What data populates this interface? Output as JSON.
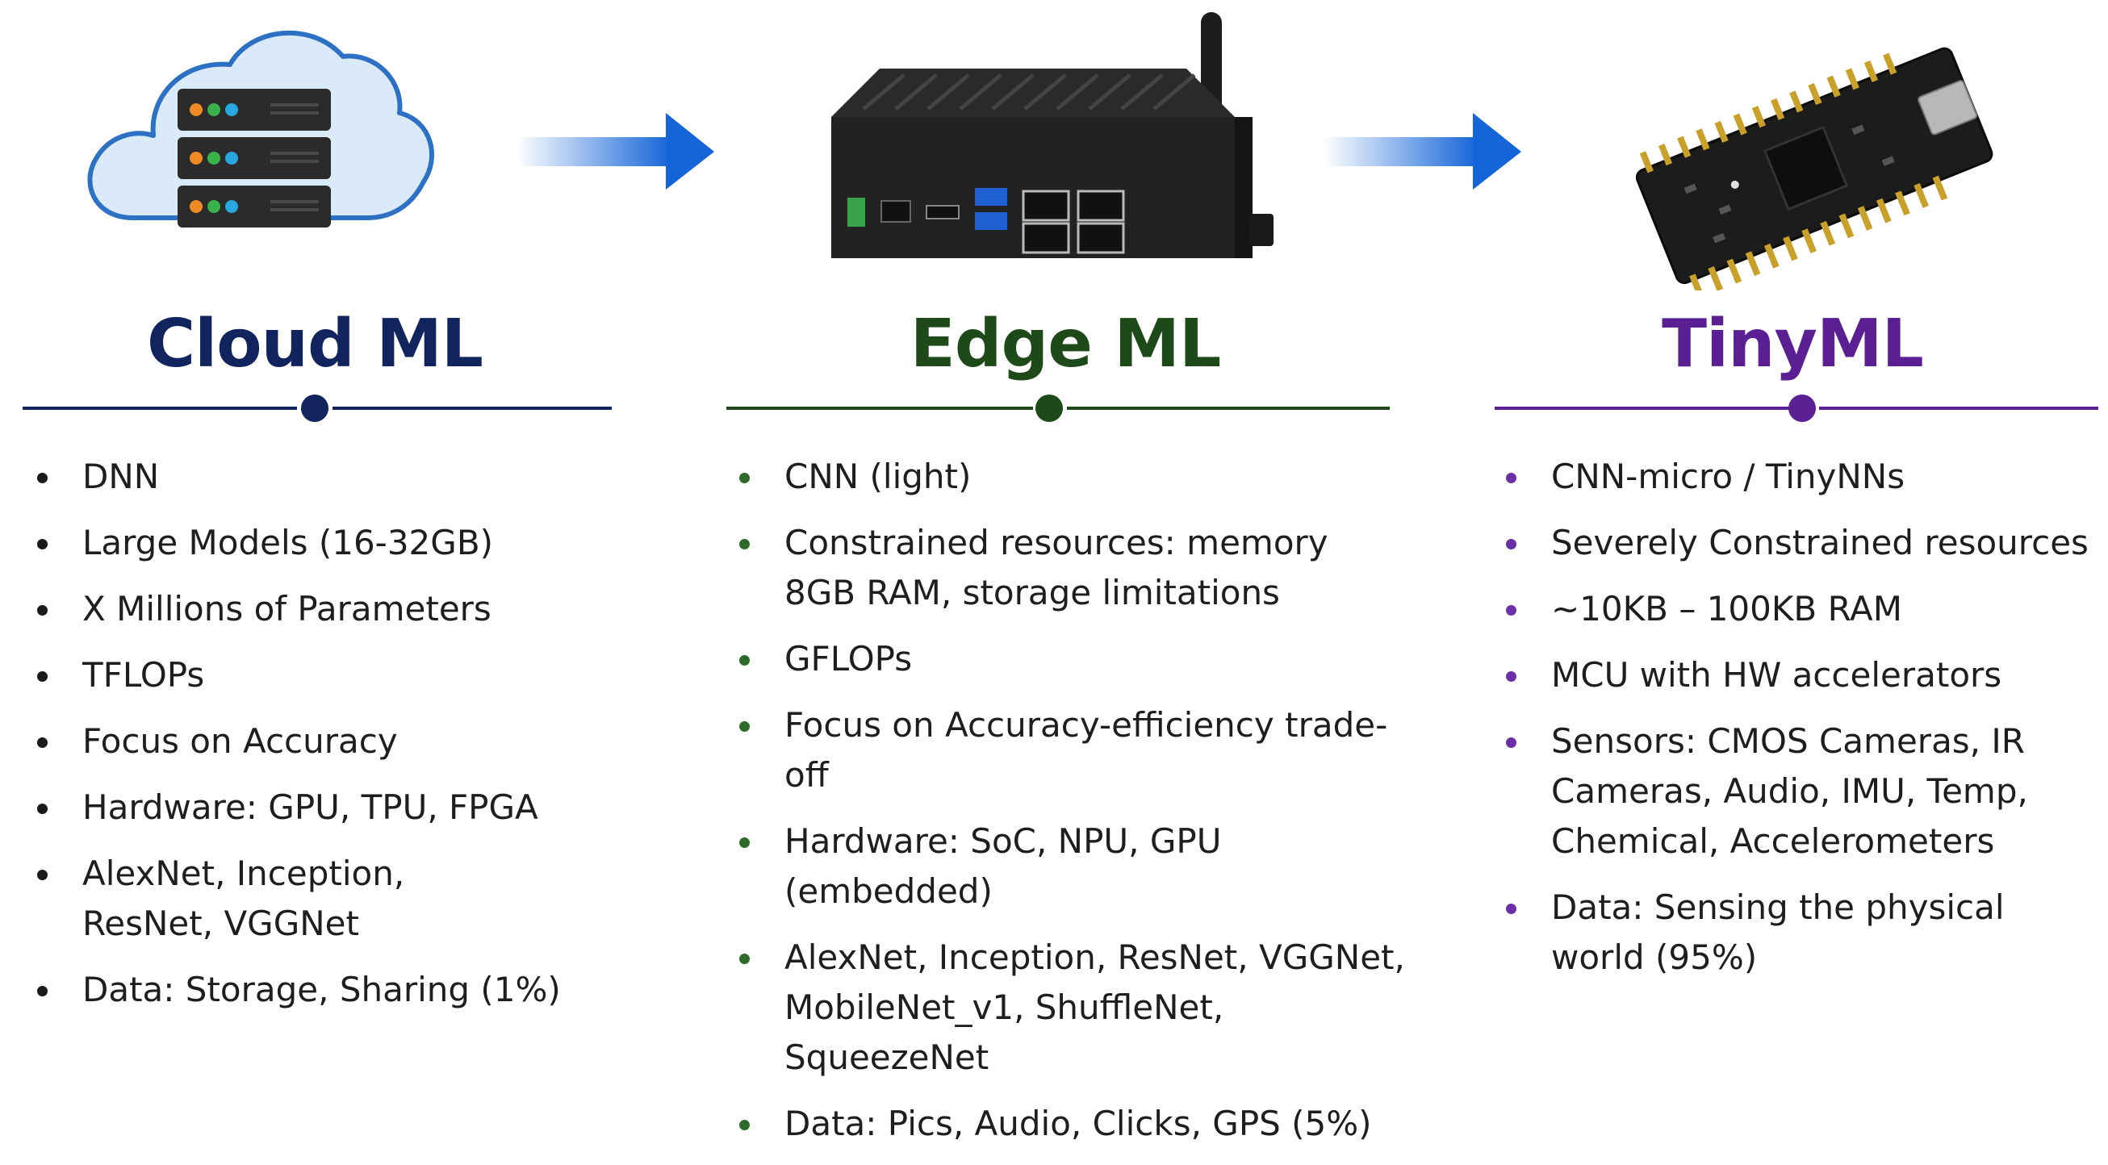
{
  "colors": {
    "cloud": "#12245e",
    "edge": "#1e4a1a",
    "tiny": "#5a1f93",
    "arrow": "#1565d8",
    "bullet_cloud": "#1a1a1a",
    "bullet_edge": "#2e6b2a",
    "bullet_tiny": "#6b2fa8"
  },
  "columns": [
    {
      "id": "cloud",
      "title": "Cloud ML",
      "icon": "cloud-server-icon",
      "bullets": [
        "DNN",
        "Large Models (16-32GB)",
        "X Millions of Parameters",
        "TFLOPs",
        "Focus on Accuracy",
        "Hardware: GPU, TPU, FPGA",
        "AlexNet, Inception, ResNet, VGGNet",
        "Data: Storage, Sharing (1%)"
      ]
    },
    {
      "id": "edge",
      "title": "Edge ML",
      "icon": "edge-gateway-icon",
      "bullets": [
        "CNN (light)",
        "Constrained resources: memory 8GB RAM, storage limitations",
        "GFLOPs",
        "Focus on Accuracy-efficiency trade-off",
        "Hardware: SoC, NPU, GPU (embedded)",
        "AlexNet, Inception, ResNet, VGGNet, MobileNet_v1, ShuffleNet, SqueezeNet",
        "Data: Pics, Audio, Clicks, GPS (5%)"
      ]
    },
    {
      "id": "tiny",
      "title": "TinyML",
      "icon": "microcontroller-board-icon",
      "bullets": [
        "CNN-micro / TinyNNs",
        "Severely Constrained resources",
        "~10KB – 100KB RAM",
        "MCU with HW accelerators",
        "Sensors: CMOS Cameras, IR Cameras, Audio, IMU, Temp, Chemical, Accelerometers",
        "Data: Sensing the physical world (95%)"
      ]
    }
  ]
}
